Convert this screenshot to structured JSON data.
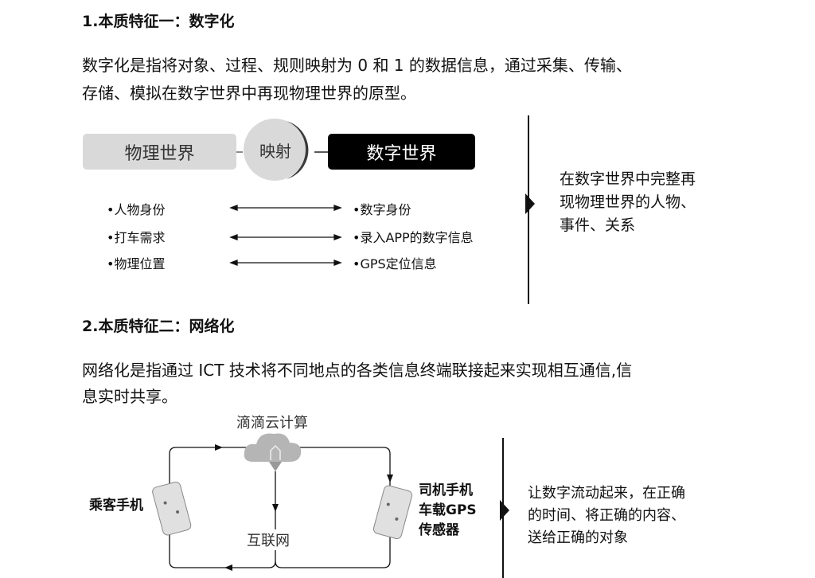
{
  "section1": {
    "heading": "1.本质特征一：数字化",
    "paragraph_lines": [
      "数字化是指将对象、过程、规则映射为 0 和 1 的数据信息，通过采集、传输、",
      "存储、模拟在数字世界中再现物理世界的原型。"
    ],
    "diagram": {
      "physical_label": "物理世界",
      "mapping_label": "映射",
      "digital_label": "数字世界",
      "left_items": [
        "•人物身份",
        "•打车需求",
        "•物理位置"
      ],
      "right_items": [
        "•数字身份",
        "•录入APP的数字信息",
        "•GPS定位信息"
      ],
      "conclusion_lines": [
        "在数字世界中完整再",
        "现物理世界的人物、",
        "事件、关系"
      ]
    }
  },
  "section2": {
    "heading": "2.本质特征二：网络化",
    "paragraph_lines": [
      "网络化是指通过 ICT 技术将不同地点的各类信息终端联接起来实现相互通信,信",
      "息实时共享。"
    ],
    "diagram": {
      "cloud_label": "滴滴云计算",
      "passenger_label": "乘客手机",
      "driver_label_lines": [
        "司机手机",
        "车载GPS",
        "传感器"
      ],
      "internet_label": "互联网",
      "conclusion_lines": [
        "让数字流动起来，在正确",
        "的时间、将正确的内容、",
        "送给正确的对象"
      ]
    }
  }
}
